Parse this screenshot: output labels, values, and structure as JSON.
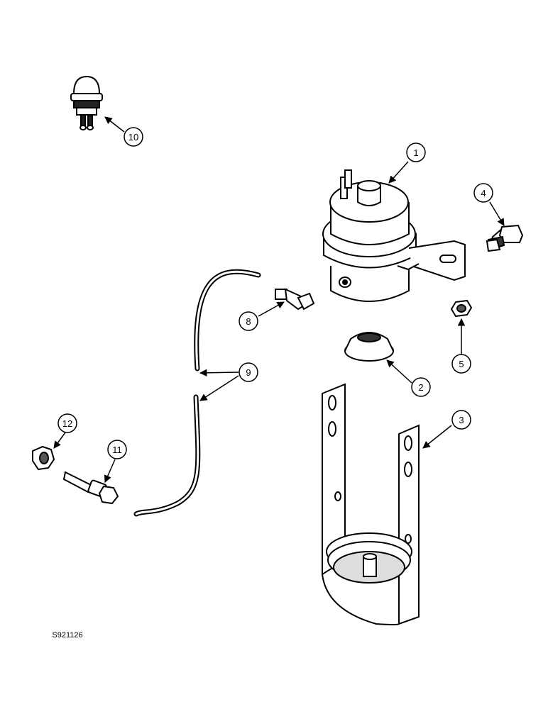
{
  "figure_code": "S921126",
  "callouts": [
    {
      "id": "c1",
      "label": "1"
    },
    {
      "id": "c2",
      "label": "2"
    },
    {
      "id": "c3",
      "label": "3"
    },
    {
      "id": "c4",
      "label": "4"
    },
    {
      "id": "c5",
      "label": "5"
    },
    {
      "id": "c8",
      "label": "8"
    },
    {
      "id": "c9",
      "label": "9"
    },
    {
      "id": "c10",
      "label": "10"
    },
    {
      "id": "c11",
      "label": "11"
    },
    {
      "id": "c12",
      "label": "12"
    }
  ]
}
